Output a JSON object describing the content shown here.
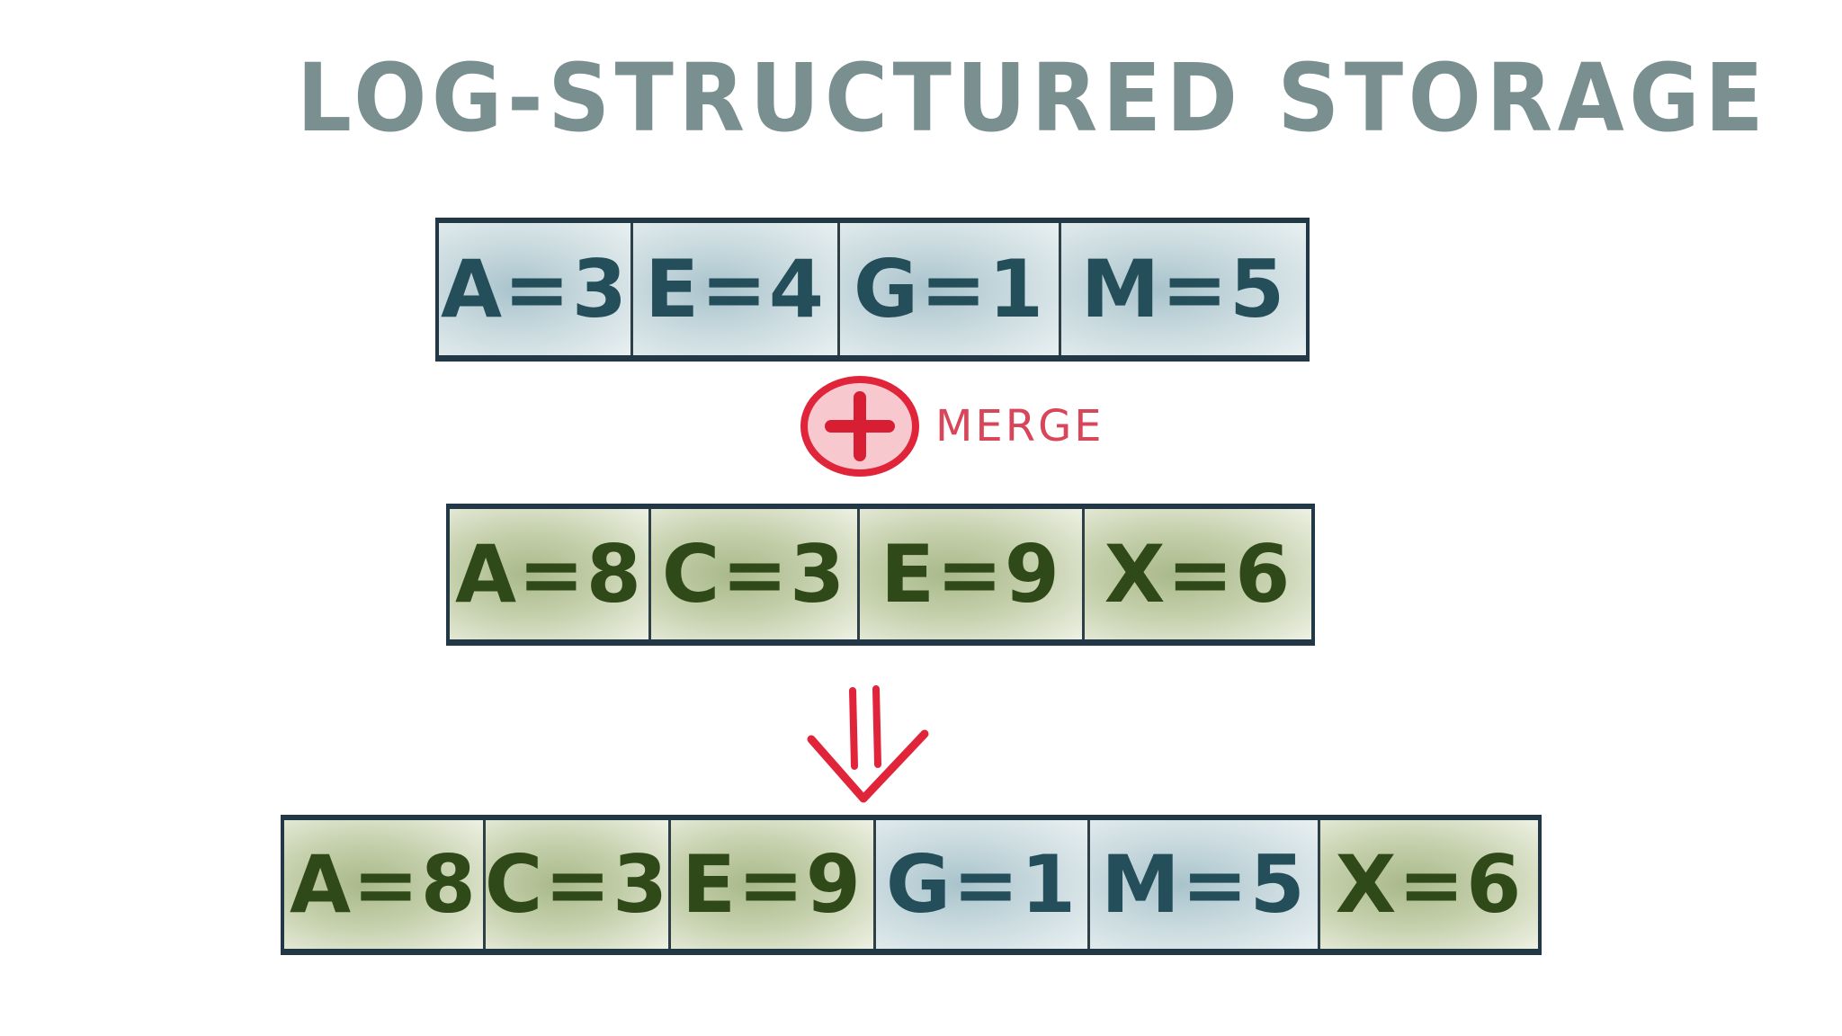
{
  "title": "LOG-STRUCTURED STORAGE",
  "merge_label": "MERGE",
  "colors": {
    "title": "#7a8f90",
    "blue_cell_text": "#244e5a",
    "green_cell_text": "#2f4a18",
    "merge_red": "#e0253a",
    "border": "#233846"
  },
  "icons": {
    "merge": "plus-circle-icon",
    "result": "double-down-arrow-icon"
  },
  "segment_1": [
    {
      "text": "A=3",
      "tone": "blue"
    },
    {
      "text": "E=4",
      "tone": "blue"
    },
    {
      "text": "G=1",
      "tone": "blue"
    },
    {
      "text": "M=5",
      "tone": "blue"
    }
  ],
  "segment_2": [
    {
      "text": "A=8",
      "tone": "green"
    },
    {
      "text": "C=3",
      "tone": "green"
    },
    {
      "text": "E=9",
      "tone": "green"
    },
    {
      "text": "X=6",
      "tone": "green"
    }
  ],
  "merged": [
    {
      "text": "A=8",
      "tone": "green"
    },
    {
      "text": "C=3",
      "tone": "green"
    },
    {
      "text": "E=9",
      "tone": "green"
    },
    {
      "text": "G=1",
      "tone": "blue"
    },
    {
      "text": "M=5",
      "tone": "blue"
    },
    {
      "text": "X=6",
      "tone": "green"
    }
  ]
}
